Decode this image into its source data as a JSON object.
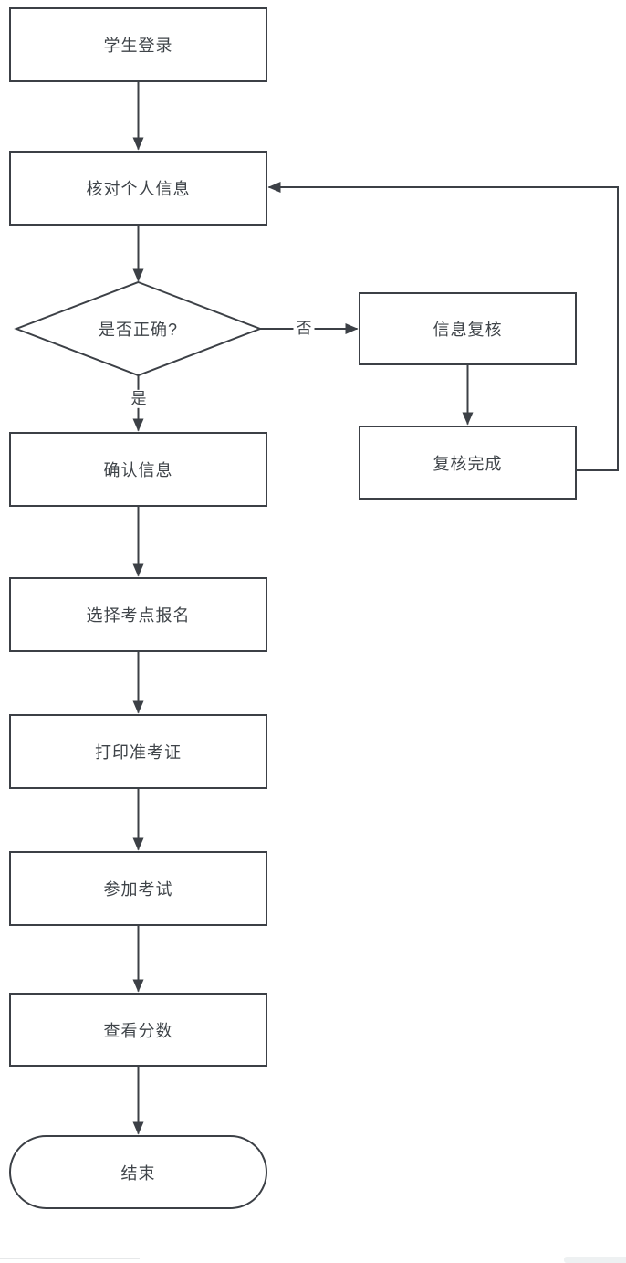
{
  "diagram": {
    "title": "student-exam-registration-flowchart",
    "nodes": {
      "student_login": {
        "label": "学生登录",
        "shape": "rect"
      },
      "verify_info": {
        "label": "核对个人信息",
        "shape": "rect"
      },
      "decision": {
        "label": "是否正确?",
        "shape": "diamond"
      },
      "info_review": {
        "label": "信息复核",
        "shape": "rect"
      },
      "review_done": {
        "label": "复核完成",
        "shape": "rect"
      },
      "confirm_info": {
        "label": "确认信息",
        "shape": "rect"
      },
      "select_site": {
        "label": "选择考点报名",
        "shape": "rect"
      },
      "print_ticket": {
        "label": "打印准考证",
        "shape": "rect"
      },
      "take_exam": {
        "label": "参加考试",
        "shape": "rect"
      },
      "view_score": {
        "label": "查看分数",
        "shape": "rect"
      },
      "end": {
        "label": "结束",
        "shape": "stadium"
      }
    },
    "edge_labels": {
      "yes": "是",
      "no": "否"
    },
    "edges": [
      {
        "from": "student_login",
        "to": "verify_info"
      },
      {
        "from": "verify_info",
        "to": "decision"
      },
      {
        "from": "decision",
        "to": "confirm_info",
        "label": "是"
      },
      {
        "from": "decision",
        "to": "info_review",
        "label": "否"
      },
      {
        "from": "info_review",
        "to": "review_done"
      },
      {
        "from": "review_done",
        "to": "verify_info"
      },
      {
        "from": "confirm_info",
        "to": "select_site"
      },
      {
        "from": "select_site",
        "to": "print_ticket"
      },
      {
        "from": "print_ticket",
        "to": "take_exam"
      },
      {
        "from": "take_exam",
        "to": "view_score"
      },
      {
        "from": "view_score",
        "to": "end"
      }
    ],
    "colors": {
      "stroke": "#3c4046",
      "text": "#3f4449",
      "node_fill": "#ffffff",
      "background": "#ffffff",
      "divider": "#e6e8e9"
    }
  }
}
